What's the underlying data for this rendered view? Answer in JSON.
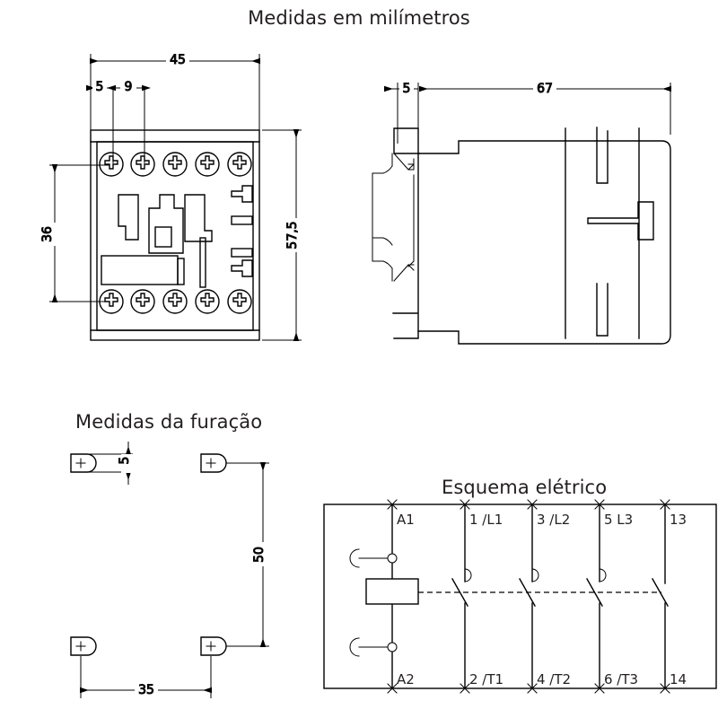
{
  "page": {
    "background": "#ffffff",
    "line_color": "#000000",
    "text_color": "#231f20"
  },
  "titles": {
    "main": "Medidas em milímetros",
    "holes": "Medidas da furação",
    "schematic": "Esquema elétrico"
  },
  "front_view": {
    "dimensions": {
      "overall_width": "45",
      "edge_offset": "5",
      "terminal_pitch": "9",
      "screw_span_height": "36",
      "overall_height": "57,5"
    },
    "terminal_screw_count_top": 5,
    "terminal_screw_count_bottom": 5
  },
  "side_view": {
    "dimensions": {
      "clip_depth": "5",
      "body_depth": "67"
    }
  },
  "hole_pattern": {
    "dimensions": {
      "slot_height": "5",
      "vertical_spacing": "50",
      "horizontal_spacing": "35"
    },
    "hole_count": 4
  },
  "schematic": {
    "top_terminals": [
      "A1",
      "1  /L1",
      "3  /L2",
      "5  L3",
      "13"
    ],
    "bottom_terminals": [
      "A2",
      "2  /T1",
      "4  /T2",
      "6  /T3",
      "14"
    ],
    "pole_count": 5,
    "coil_label": "",
    "contact_types": [
      "coil",
      "no",
      "no",
      "no",
      "no"
    ]
  }
}
